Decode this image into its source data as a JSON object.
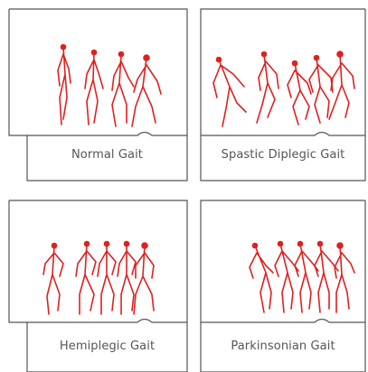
{
  "panels": [
    {
      "caption": "Normal Gait",
      "stick_color": "#e02020",
      "frame_color": "#555555"
    },
    {
      "caption": "Spastic Diplegic Gait",
      "stick_color": "#e02020",
      "frame_color": "#555555"
    },
    {
      "caption": "Hemiplegic Gait",
      "stick_color": "#e02020",
      "frame_color": "#555555"
    },
    {
      "caption": "Parkinsonian Gait",
      "stick_color": "#e02020",
      "frame_color": "#555555"
    }
  ]
}
